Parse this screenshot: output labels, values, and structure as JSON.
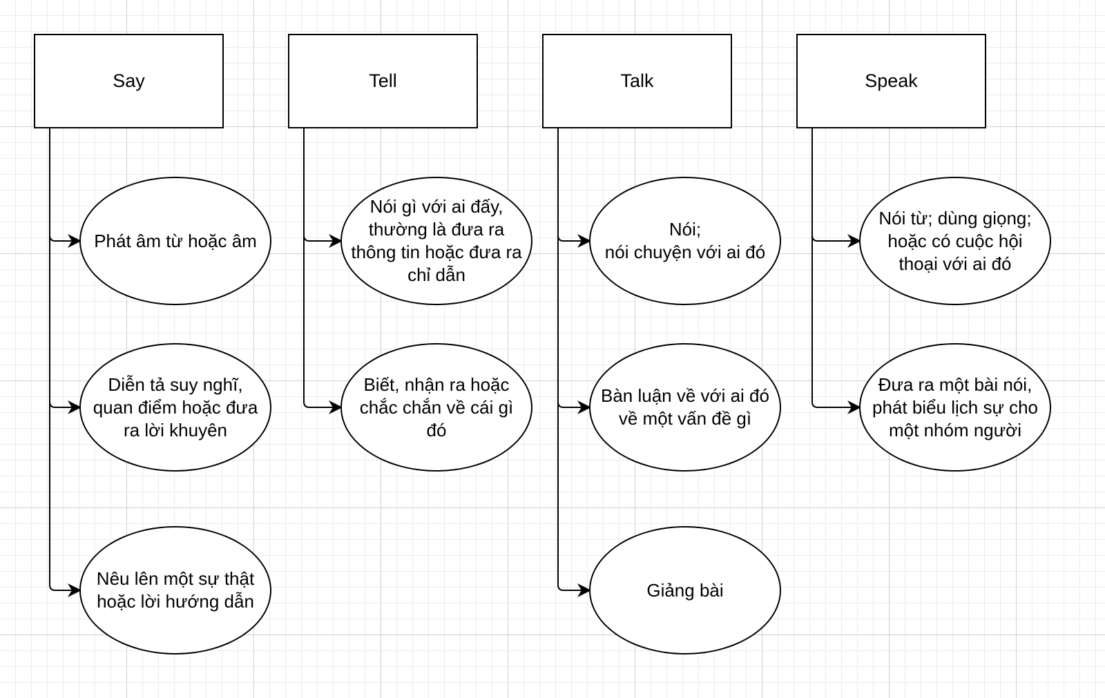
{
  "diagram": {
    "columns": [
      {
        "title": "Say",
        "items": [
          "Phát âm từ hoặc âm",
          "Diễn tả suy nghĩ,\nquan điểm hoặc đưa\nra lời khuyên",
          "Nêu lên một sự thật\nhoặc lời hướng dẫn"
        ]
      },
      {
        "title": "Tell",
        "items": [
          "Nói gì với ai đấy,\nthường là đưa ra\nthông tin hoặc đưa ra\nchỉ dẫn",
          "Biết, nhận ra hoặc\nchắc chắn về cái gì\nđó"
        ]
      },
      {
        "title": "Talk",
        "items": [
          "Nói;\nnói chuyện với ai đó",
          "Bàn luận về với ai đó\nvề một vấn đề gì",
          "Giảng bài"
        ]
      },
      {
        "title": "Speak",
        "items": [
          "Nói từ; dùng giọng;\nhoặc có cuộc hội\nthoại với ai đó",
          "Đưa ra một bài nói,\nphát biểu lịch sự cho\nmột nhóm người"
        ]
      }
    ],
    "colors": {
      "stroke": "#000000",
      "fill": "#ffffff",
      "grid_major": "#cfcfcf",
      "grid_minor": "#ececec"
    }
  }
}
